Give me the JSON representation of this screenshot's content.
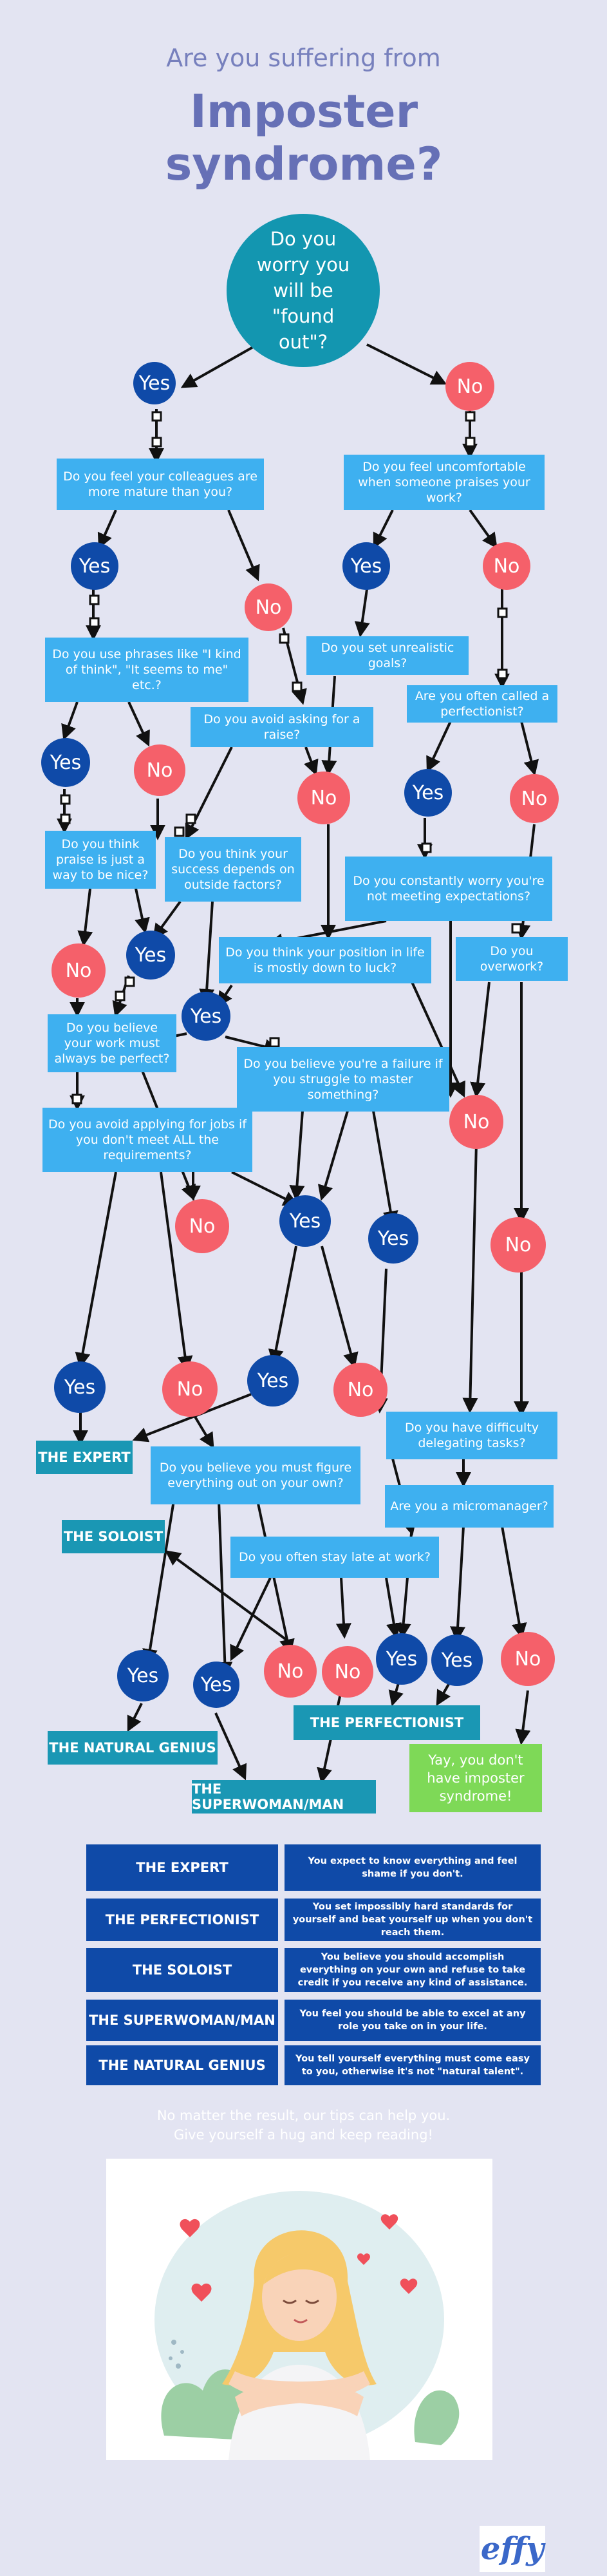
{
  "header": {
    "subtitle": "Are you suffering from",
    "title": "Imposter syndrome?"
  },
  "nodes": {
    "start": "Do you worry you will be \"found out\"?",
    "q_colleagues": "Do you feel your colleagues are more mature than you?",
    "q_uncomfortable": "Do you feel uncomfortable when someone praises your work?",
    "q_phrases": "Do you use phrases like \"I kind of think\", \"It seems to me\" etc.?",
    "q_unrealistic": "Do you set unrealistic goals?",
    "q_avoid_raise": "Do you avoid asking for a raise?",
    "q_perfectionist": "Are you often called a perfectionist?",
    "q_praise_nice": "Do you think praise is just a way to be nice?",
    "q_success_outside": "Do you think your success depends on outside factors?",
    "q_not_meeting": "Do you constantly worry you're not meeting expectations?",
    "q_position_luck": "Do you think your position in life is mostly down to luck?",
    "q_overwork": "Do you overwork?",
    "q_must_be_perfect": "Do you believe your work must always be perfect?",
    "q_failure_master": "Do you believe you're a failure if you struggle to master something?",
    "q_avoid_applying": "Do you avoid applying for jobs if you don't meet ALL the requirements?",
    "q_delegating": "Do you have difficulty delegating tasks?",
    "q_figure_out": "Do you believe you must figure everything out on your own?",
    "q_micromanager": "Are you a micromanager?",
    "q_stay_late": "Do you often stay late at work?",
    "yes": "Yes",
    "no": "No"
  },
  "results": {
    "expert": "THE EXPERT",
    "soloist": "THE SOLOIST",
    "natural_genius": "THE NATURAL GENIUS",
    "perfectionist": "THE PERFECTIONIST",
    "superwoman": "THE SUPERWOMAN/MAN",
    "none": "Yay, you don't have imposter syndrome!"
  },
  "legend": [
    {
      "name": "THE EXPERT",
      "desc": "You expect to know everything and feel shame if you don't."
    },
    {
      "name": "THE PERFECTIONIST",
      "desc": "You set impossibly hard standards for yourself and beat yourself up when you don't reach them."
    },
    {
      "name": "THE SOLOIST",
      "desc": "You believe you should accomplish everything on your own and refuse to take credit if you receive any kind of assistance."
    },
    {
      "name": "THE SUPERWOMAN/MAN",
      "desc": "You feel you should be able to excel at any role you take on in your life."
    },
    {
      "name": "THE NATURAL GENIUS",
      "desc": "You tell yourself everything must come easy to you, otherwise it's not \"natural talent\"."
    }
  ],
  "outro": {
    "line1": "No matter the result, our tips can help you.",
    "line2": "Give yourself a hug and keep reading!"
  },
  "logo": "effy",
  "colors": {
    "background": "#e3e4f2",
    "title": "#6670b6",
    "question_box": "#3eb0f0",
    "yes_circle": "#0f4aa8",
    "no_circle": "#f5606a",
    "result_box": "#1a97b4",
    "final_box": "#7ed957",
    "legend_box": "#0f4aa8"
  }
}
